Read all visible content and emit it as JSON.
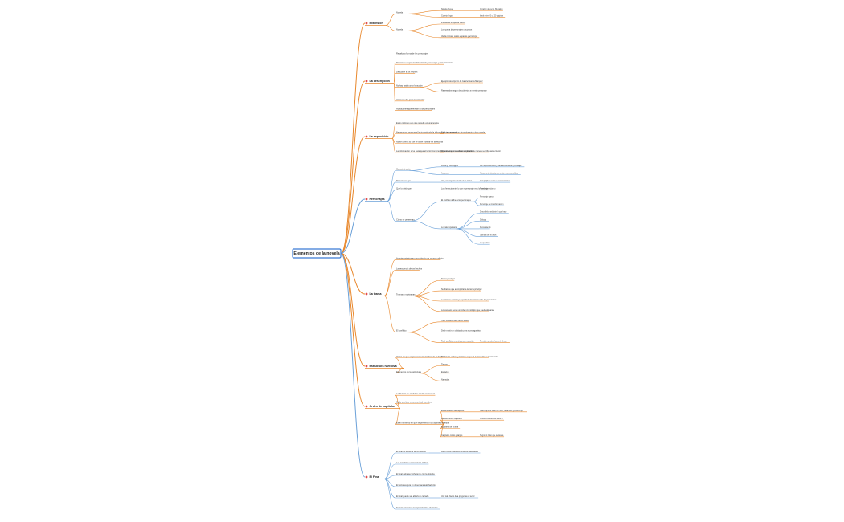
{
  "root": "Elementos de la novela",
  "colors": {
    "orange": "#e8872b",
    "blue": "#6aa0d8",
    "root_border": "#3a7bd5",
    "bullet": "#e24b4b"
  },
  "branches": [
    {
      "label": "Extensión",
      "color": "orange",
      "children": [
        {
          "label": "Novela",
          "children": [
            {
              "label": "Novela breve",
              "children": [
                {
                  "label": "Corazón de perro, Bulgakov"
                }
              ]
            },
            {
              "label": "Cuento largo",
              "children": [
                {
                  "label": "Ideal entre 60 y 120 páginas"
                }
              ]
            }
          ]
        },
        {
          "label": "Novela",
          "children": [
            {
              "label": "Intensidad en que se cuenta"
            },
            {
              "label": "La riqueza de personajes y sucesos"
            },
            {
              "label": "Varias tramas, varios espacios y el tiempo"
            }
          ]
        }
      ]
    },
    {
      "label": "La descripción",
      "color": "orange",
      "children": [
        {
          "label": "Resalta la forma de los personajes"
        },
        {
          "label": "Permite la mejor visualización de personajes y circunstancias"
        },
        {
          "label": "Descubre a los hechos"
        },
        {
          "label": "No hay nada como la acción",
          "children": [
            {
              "label": "Ejemplo: descripción de Gabriel García Márquez"
            },
            {
              "label": "Rastrear los rasgos descubiertos a nuestro personaje"
            }
          ]
        },
        {
          "label": "Un tema vital para la narración"
        },
        {
          "label": "Acotaciones que revelan a los personajes"
        }
      ]
    },
    {
      "label": "La exposición",
      "color": "orange",
      "children": [
        {
          "label": "Es lo contrario a lo que sucede en una novela"
        },
        {
          "label": "Necesarios para que el lector entienda la información que se le da",
          "children": [
            {
              "label": "Debe incorporarse en otros elementos de la novela"
            }
          ]
        },
        {
          "label": "No se cuenta lo que se debe mostrar en la escena"
        },
        {
          "label": "La información sirve para que el lector comprenda la novela sin sentirse abrumado",
          "children": [
            {
              "label": "Muestra lo que sucede sin explicarlo de manera sencilla para el lector"
            }
          ]
        }
      ]
    },
    {
      "label": "Personajes",
      "color": "blue",
      "children": [
        {
          "label": "Caracterización",
          "children": [
            {
              "label": "Física y psicológica",
              "children": [
                {
                  "label": "Forma, costumbres y características del personaje"
                }
              ]
            },
            {
              "label": "Acciones",
              "children": [
                {
                  "label": "Actuar ante situaciones según su personalidad"
                }
              ]
            }
          ]
        },
        {
          "label": "Personajes tipo",
          "children": [
            {
              "label": "Un personaje al servicio de la trama",
              "children": [
                {
                  "label": "Complejidad como recurso narrativo"
                }
              ]
            }
          ]
        },
        {
          "label": "Que lo distingue",
          "children": [
            {
              "label": "La diferencia entre lo que el personaje es y lo que hace",
              "children": [
                {
                  "label": "Personaje redondo"
                }
              ]
            }
          ]
        },
        {
          "label": "Cómo se presentan",
          "children": [
            {
              "label": "El conflicto define a los personajes",
              "children": [
                {
                  "label": "Personaje plano"
                },
                {
                  "label": "Personaje en transformación"
                }
              ]
            },
            {
              "label": "Lo más importante",
              "children": [
                {
                  "label": "Describirlo mediante lo que hace"
                },
                {
                  "label": "Diálogo"
                },
                {
                  "label": "Pensamiento"
                },
                {
                  "label": "Opinión de los otros"
                },
                {
                  "label": "Lo que dice"
                }
              ]
            }
          ]
        }
      ]
    },
    {
      "label": "La trama",
      "color": "orange",
      "children": [
        {
          "label": "Acontecimientos en una relación de causa y efecto"
        },
        {
          "label": "La secuencia de los hechos"
        },
        {
          "label": "Tramas y subtramas",
          "children": [
            {
              "label": "Trama principal"
            },
            {
              "label": "Subtramas que acompañan a la trama principal"
            },
            {
              "label": "La trama se construye a partir de las acciones de los personajes"
            },
            {
              "label": "Los sucesos tienen un orden cronológico que puede alterarse"
            }
          ]
        },
        {
          "label": "El conflicto",
          "children": [
            {
              "label": "Todo conflicto nace de un deseo"
            },
            {
              "label": "Debe existir un obstáculo para el protagonista"
            },
            {
              "label": "Todo conflicto necesita una resolución",
              "children": [
                {
                  "label": "Tensión narrativa hasta el clímax"
                }
              ]
            }
          ]
        }
      ]
    },
    {
      "label": "Estructura narrativa",
      "color": "orange",
      "children": [
        {
          "label": "Orden en que se presentan los hechos de la historia",
          "children": [
            {
              "label": "Determina el ritmo y la forma en que el lector recibe la información"
            }
          ]
        },
        {
          "label": "Elementos de la estructura",
          "children": [
            {
              "label": "Tiempo"
            },
            {
              "label": "Espacio"
            },
            {
              "label": "Narrador"
            }
          ]
        }
      ]
    },
    {
      "label": "Orden de capítulos",
      "color": "orange",
      "children": [
        {
          "label": "La división de capítulos ayuda a la lectura"
        },
        {
          "label": "Cada capítulo es una unidad narrativa"
        },
        {
          "label": "Es el momento en que se presentan los acontecimientos",
          "children": [
            {
              "label": "Estructuración del capítulo",
              "children": [
                {
                  "label": "Cada capítulo tiene un inicio, desarrollo y final propio"
                }
              ]
            },
            {
              "label": "Relación entre capítulos",
              "children": [
                {
                  "label": "Conecta los hechos entre sí"
                }
              ]
            },
            {
              "label": "Equilibrio de la obra"
            },
            {
              "label": "Capítulos cortos y largos",
              "children": [
                {
                  "label": "Según el ritmo que se desea"
                }
              ]
            }
          ]
        }
      ]
    },
    {
      "label": "El Final",
      "color": "blue",
      "children": [
        {
          "label": "El final es el cierre de la historia",
          "children": [
            {
              "label": "Debe cerrar todos los conflictos planteados"
            }
          ]
        },
        {
          "label": "Los conflictos se resuelven al final"
        },
        {
          "label": "El final debe ser coherente con la historia"
        },
        {
          "label": "El lector espera un desenlace satisfactorio"
        },
        {
          "label": "El final puede ser abierto o cerrado",
          "children": [
            {
              "label": "Un final abierto deja preguntas al lector"
            }
          ]
        },
        {
          "label": "El final determina la impresión final del lector"
        }
      ]
    }
  ]
}
